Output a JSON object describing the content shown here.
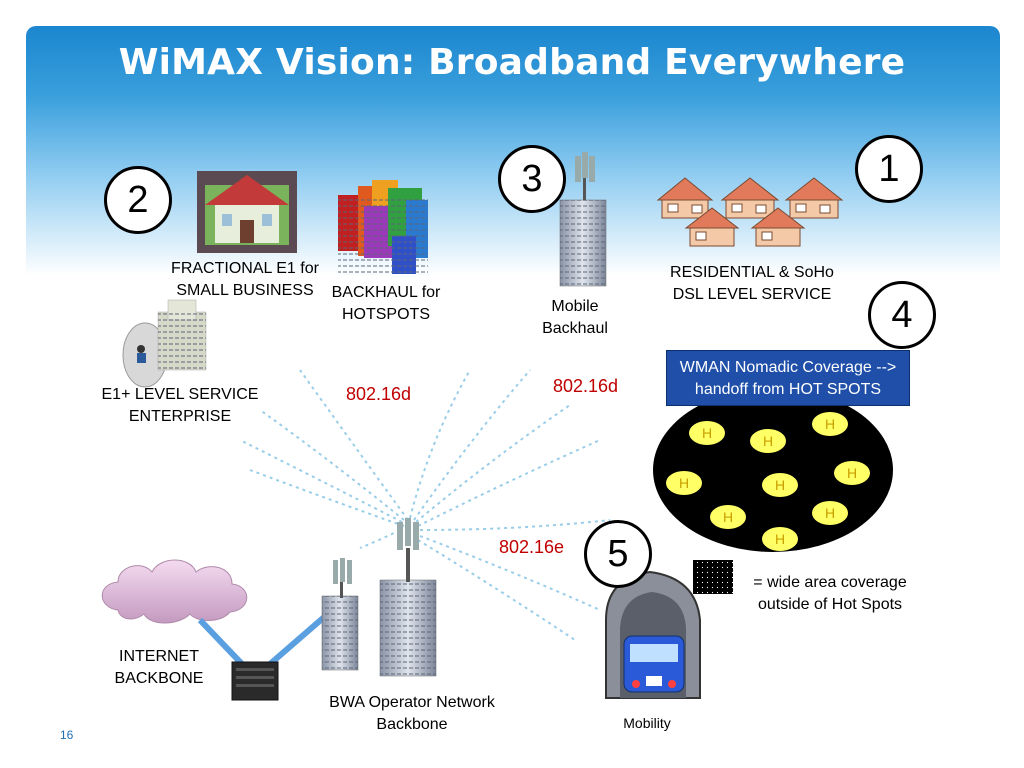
{
  "title": "WiMAX Vision: Broadband Everywhere",
  "labels": {
    "fractional_line1": "FRACTIONAL E1  for",
    "fractional_line2": "SMALL BUSINESS",
    "backhaul_line1": "BACKHAUL for",
    "backhaul_line2": "HOTSPOTS",
    "mobile_line1": "Mobile",
    "mobile_line2": "Backhaul",
    "residential_line1": "RESIDENTIAL & SoHo",
    "residential_line2": "DSL LEVEL SERVICE",
    "e1_line1": "E1+ LEVEL SERVICE",
    "e1_line2": "ENTERPRISE",
    "wman_line1": "WMAN Nomadic Coverage -->",
    "wman_line2": "handoff from HOT SPOTS",
    "std_left": "802.16d",
    "std_right": "802.16d",
    "std_e": "802.16e",
    "internet_line1": "INTERNET",
    "internet_line2": "BACKBONE",
    "bwa_line1": "BWA Operator Network",
    "bwa_line2": "Backbone",
    "wide_line1": "= wide area coverage",
    "wide_line2": "outside of Hot Spots",
    "mobility": "Mobility"
  },
  "numbers": [
    "1",
    "2",
    "3",
    "4",
    "5"
  ],
  "hotspot_label": "H",
  "page_number": "16",
  "colors": {
    "title_text": "#ffffff",
    "standard_label": "#c00000",
    "wman_box": "#1f4fa8",
    "hotspot": "#ffff66",
    "coverage_area": "#000000",
    "link": "#5aa0e0"
  },
  "icons": [
    "small-business-icon",
    "hotspot-buildings-icon",
    "mobile-tower-icon",
    "houses-icon",
    "enterprise-building-icon",
    "cloud-icon",
    "router-icon",
    "operator-tower-icon",
    "bus-tunnel-icon",
    "radio-waves-icon"
  ]
}
